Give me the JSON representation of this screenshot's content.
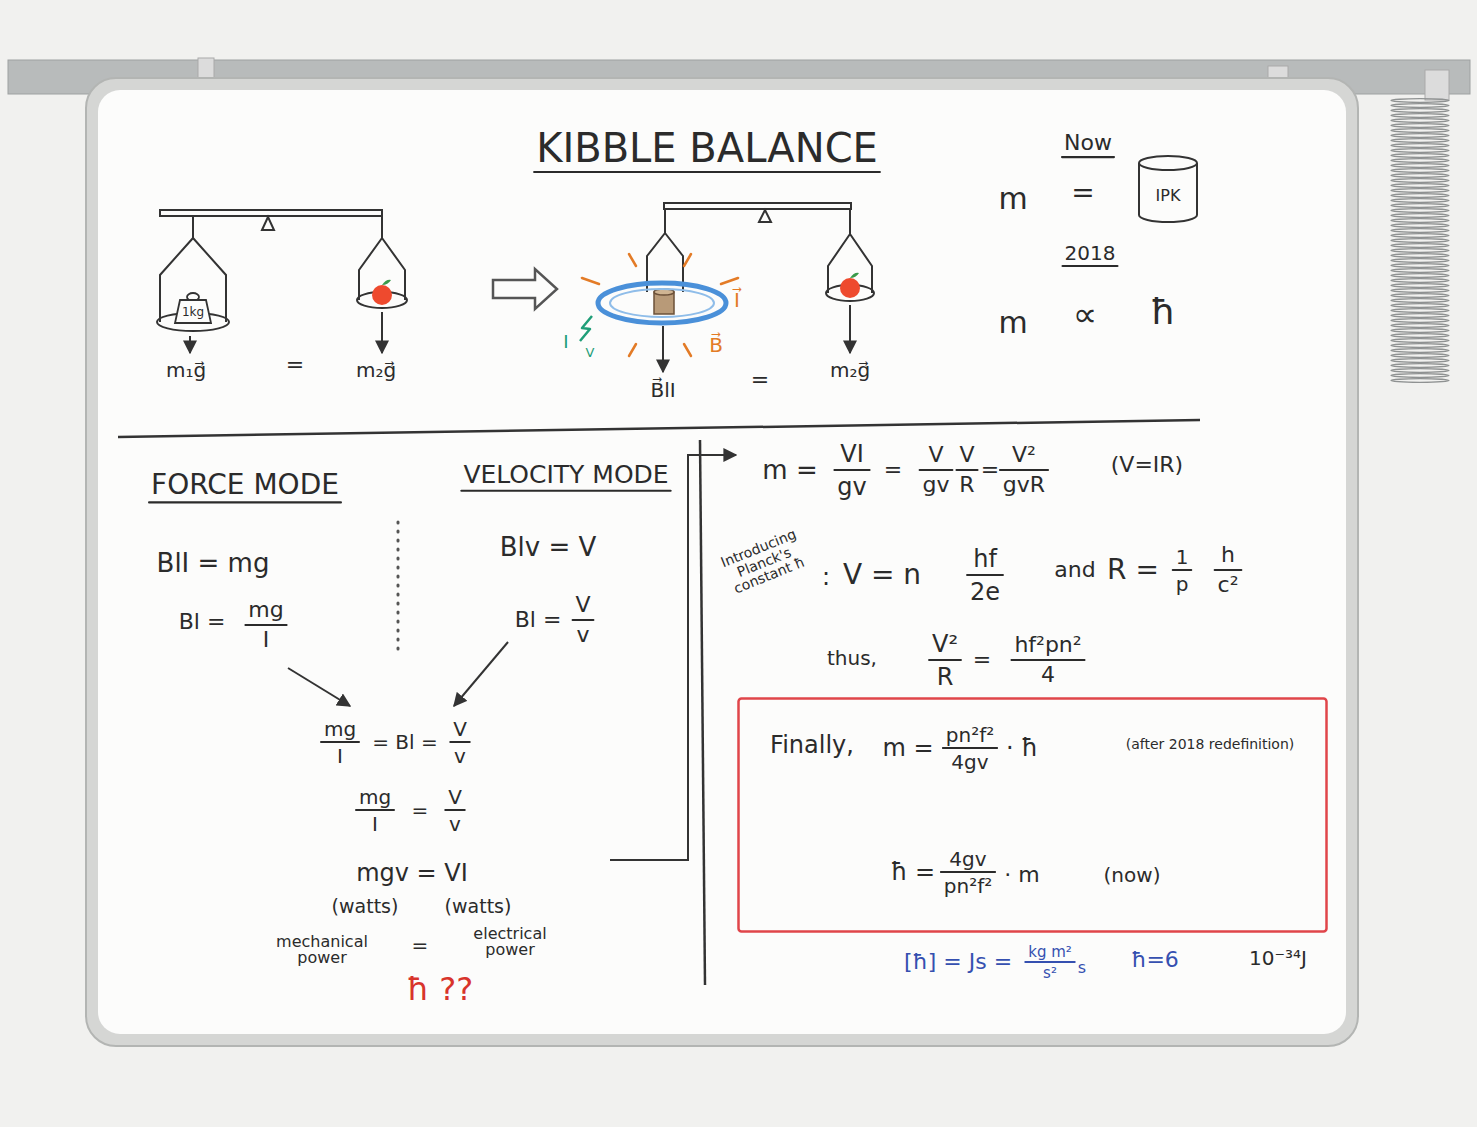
{
  "diagram": {
    "title": "KIBBLE BALANCE",
    "nodes": [
      {
        "text": [
          "IPK"
        ]
      },
      {
        "text": [
          "1kg"
        ]
      },
      {
        "text": [
          "Finally,",
          "m =",
          "pn²f²",
          "4gv",
          "· ħ",
          "(after 2018 redefinition)",
          "ħ =",
          "4gv",
          "pn²f²",
          "· m",
          "(now)"
        ]
      }
    ],
    "labels": [
      "Now",
      "m",
      "=",
      "2018",
      "m",
      "∝",
      "ħ",
      "m₁g⃗",
      "=",
      "m₂g⃗",
      "I",
      "V",
      "I⃗",
      "B⃗",
      "B⃗lI",
      "=",
      "m₂g⃗",
      "FORCE MODE",
      "VELOCITY MODE",
      "BlI = mg",
      "Bl =",
      "mg",
      "I",
      "Blv = V",
      "Bl =",
      "V",
      "v",
      "mg",
      "I",
      "= Bl =",
      "V",
      "v",
      "mg",
      "I",
      "=",
      "V",
      "v",
      "mgv = VI",
      "(watts)",
      "(watts)",
      "mechanical power",
      "=",
      "electrical power",
      "ħ ??",
      "m =",
      "VI",
      "gv",
      "=",
      "V",
      "gv",
      "V",
      "R",
      "=",
      "V²",
      "gvR",
      "(V=IR)",
      "Introducing Planck's constant ħ",
      ":",
      "V = n",
      "hf",
      "2e",
      "and",
      "R =",
      "1",
      "p",
      "h",
      "c²",
      "thus,",
      "V²",
      "R",
      "=",
      "hf²pn²",
      "4",
      "[ħ] = Js =",
      "kg m²",
      "s²",
      "s",
      "ħ=6",
      "10⁻³⁴J"
    ]
  }
}
